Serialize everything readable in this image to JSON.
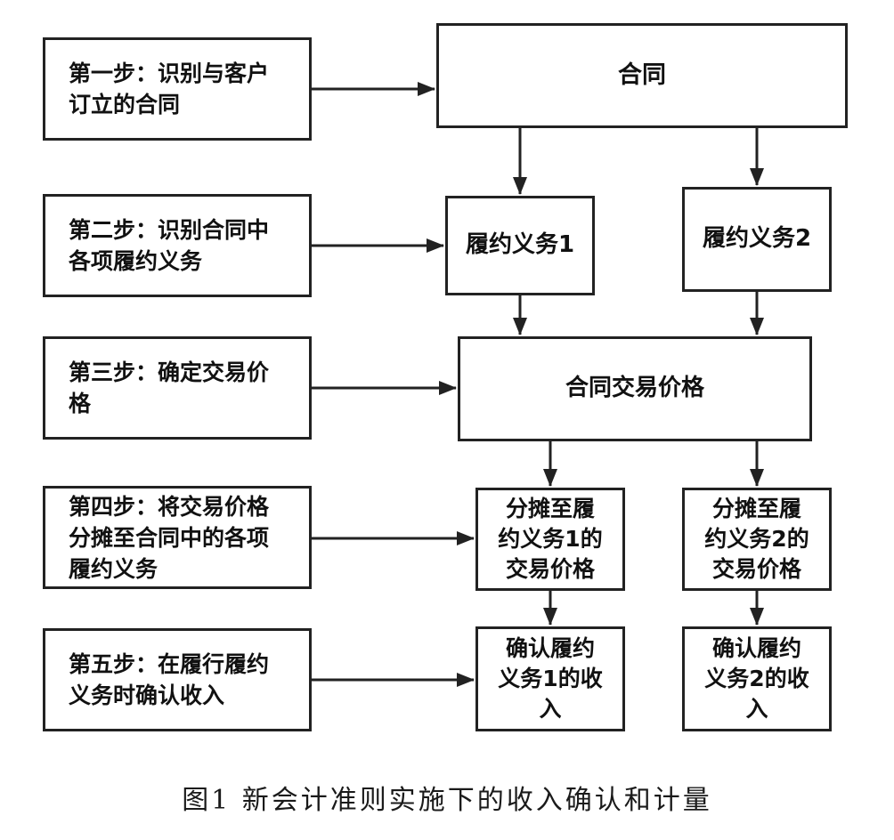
{
  "steps": [
    {
      "text": "第一步：识别与客户\n订立的合同"
    },
    {
      "text": "第二步：识别合同中\n各项履约义务"
    },
    {
      "text": "第三步：确定交易价\n格"
    },
    {
      "text": "第四步：将交易价格\n分摊至合同中的各项\n履约义务"
    },
    {
      "text": "第五步：在履行履约\n义务时确认收入"
    }
  ],
  "nodes": {
    "contract": "合同",
    "obligation_1": "履约义务1",
    "obligation_2": "履约义务2",
    "transaction_price": "合同交易价格",
    "allocate_1": "分摊至履\n约义务1的\n交易价格",
    "allocate_2": "分摊至履\n约义务2的\n交易价格",
    "recognize_1": "确认履约\n义务1的收\n入",
    "recognize_2": "确认履约\n义务2的收\n入"
  },
  "caption": "图1 新会计准则实施下的收入确认和计量"
}
